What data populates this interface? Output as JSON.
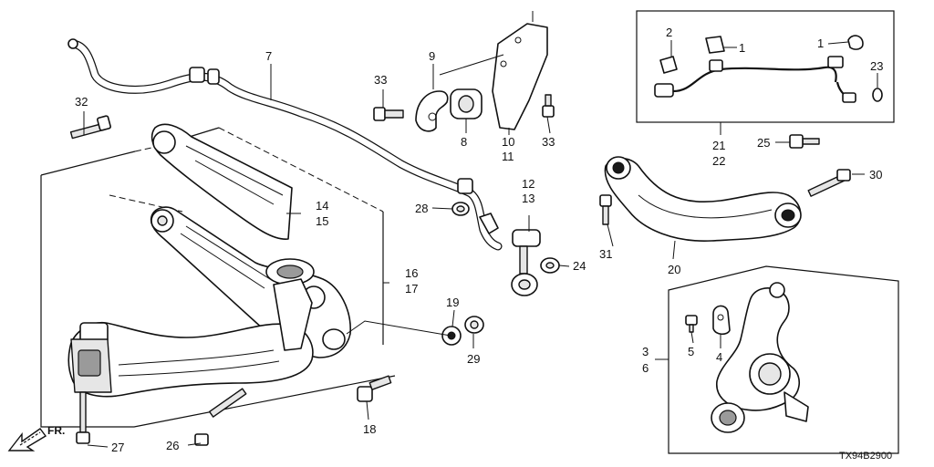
{
  "diagram_code": "TX94B2900",
  "front_label": "FR.",
  "callouts": {
    "c1a": "1",
    "c1b": "1",
    "c2": "2",
    "c3": "3",
    "c4": "4",
    "c5": "5",
    "c6": "6",
    "c7": "7",
    "c8": "8",
    "c9": "9",
    "c10": "10",
    "c11": "11",
    "c12": "12",
    "c13": "13",
    "c14": "14",
    "c15": "15",
    "c16": "16",
    "c17": "17",
    "c18": "18",
    "c19": "19",
    "c20": "20",
    "c21": "21",
    "c22": "22",
    "c23": "23",
    "c24": "24",
    "c25": "25",
    "c26": "26",
    "c27": "27",
    "c28": "28",
    "c29": "29",
    "c30": "30",
    "c31": "31",
    "c32": "32",
    "c33a": "33",
    "c33b": "33"
  },
  "icons": {
    "front_arrow": "arrow-left-down-icon"
  }
}
